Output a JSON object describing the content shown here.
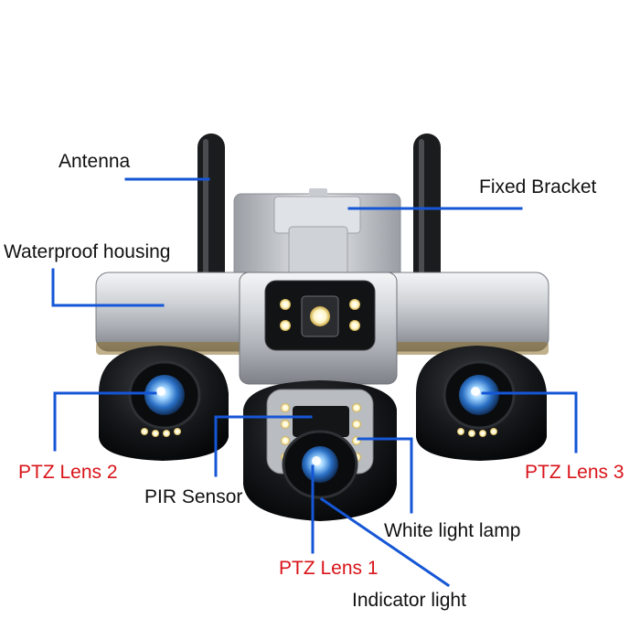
{
  "diagram": {
    "colors": {
      "leader": "#1556d6",
      "label": "#111111",
      "lens_label": "#d9141a"
    },
    "labels": {
      "antenna": "Antenna",
      "fixed_bracket": "Fixed Bracket",
      "waterproof_housing": "Waterproof housing",
      "ptz_lens_2": "PTZ Lens 2",
      "ptz_lens_3": "PTZ Lens 3",
      "pir_sensor": "PIR Sensor",
      "white_light_lamp": "White light lamp",
      "ptz_lens_1": "PTZ Lens 1",
      "indicator_light": "Indicator light"
    }
  }
}
